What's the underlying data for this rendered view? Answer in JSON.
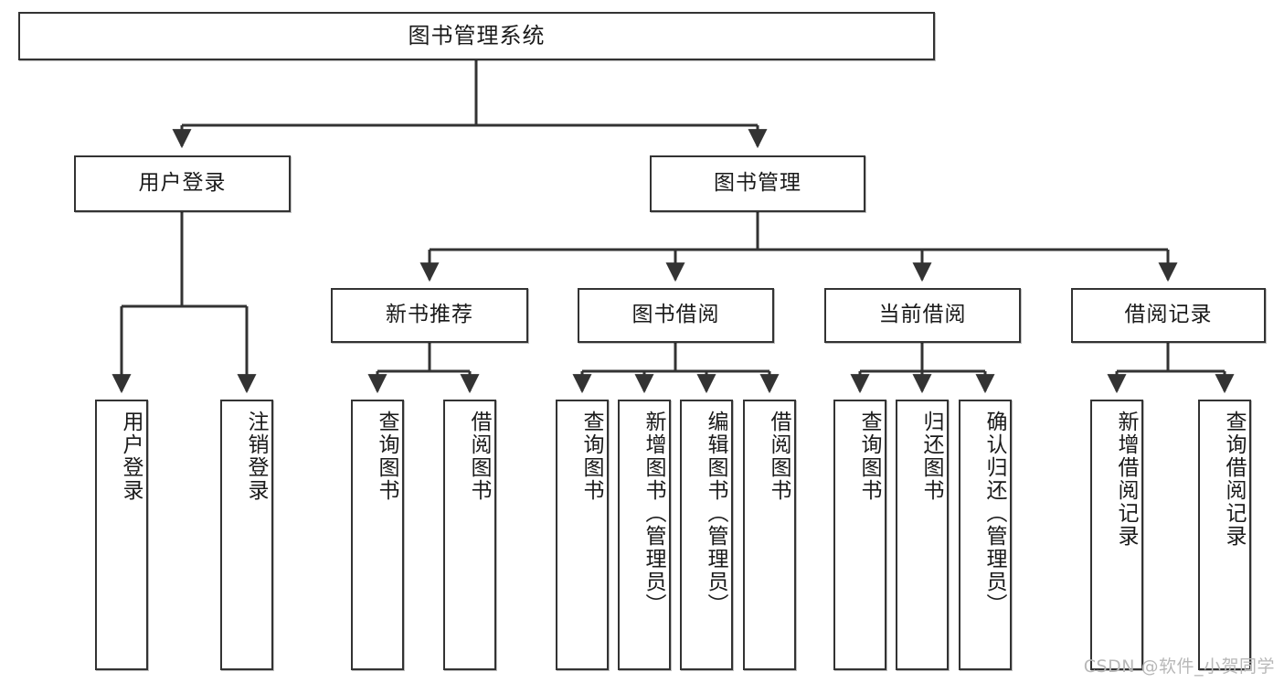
{
  "diagram": {
    "title": "图书管理系统",
    "watermark": "CSDN @软件_小贺同学",
    "line_color": "#333333",
    "box_fill": "#ffffff",
    "text_color": "#1a1a1a",
    "watermark_color": "#b8b8b8"
  },
  "nodes": {
    "root": {
      "label": "图书管理系统"
    },
    "level2": [
      {
        "label": "用户登录"
      },
      {
        "label": "图书管理"
      }
    ],
    "level3": [
      {
        "label": "新书推荐"
      },
      {
        "label": "图书借阅"
      },
      {
        "label": "当前借阅"
      },
      {
        "label": "借阅记录"
      }
    ],
    "leaves": {
      "user_login": [
        {
          "label": "用户登录"
        },
        {
          "label": "注销登录"
        }
      ],
      "new_book": [
        {
          "label": "查询图书"
        },
        {
          "label": "借阅图书"
        }
      ],
      "book_borrow": [
        {
          "label": "查询图书"
        },
        {
          "label": "新增图书（管理员）"
        },
        {
          "label": "编辑图书（管理员）"
        },
        {
          "label": "借阅图书"
        }
      ],
      "current_borrow": [
        {
          "label": "查询图书"
        },
        {
          "label": "归还图书"
        },
        {
          "label": "确认归还（管理员）"
        }
      ],
      "borrow_record": [
        {
          "label": "新增借阅记录"
        },
        {
          "label": "查询借阅记录"
        }
      ]
    }
  }
}
